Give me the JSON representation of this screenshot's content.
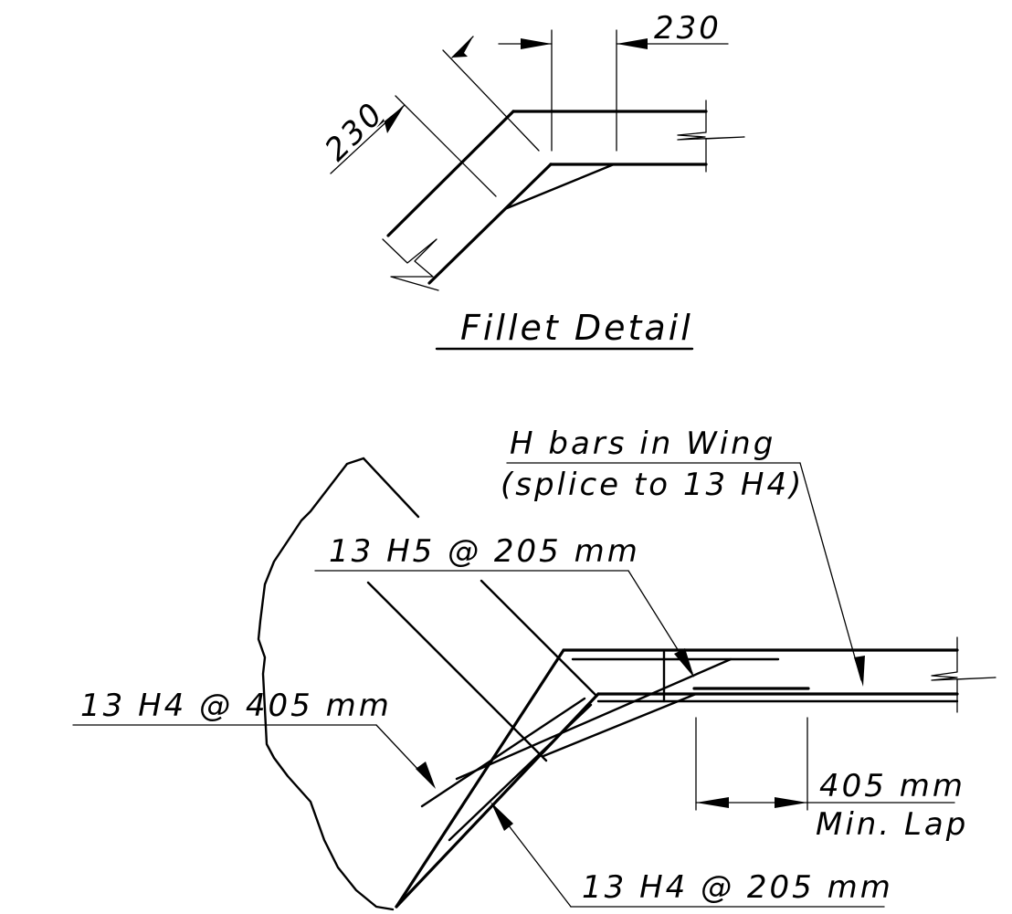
{
  "fillet_detail": {
    "title": "Fillet Detail",
    "dim_horizontal": "230",
    "dim_diagonal": "230"
  },
  "reinforcement_detail": {
    "wing_bars_line1": "H bars in Wing",
    "wing_bars_line2": "(splice to 13 H4)",
    "bar_h5": "13 H5 @ 205 mm",
    "bar_h4_405": "13 H4 @ 405 mm",
    "bar_h4_205": "13 H4 @ 205 mm",
    "lap_length": "405 mm",
    "lap_note": "Min. Lap"
  }
}
